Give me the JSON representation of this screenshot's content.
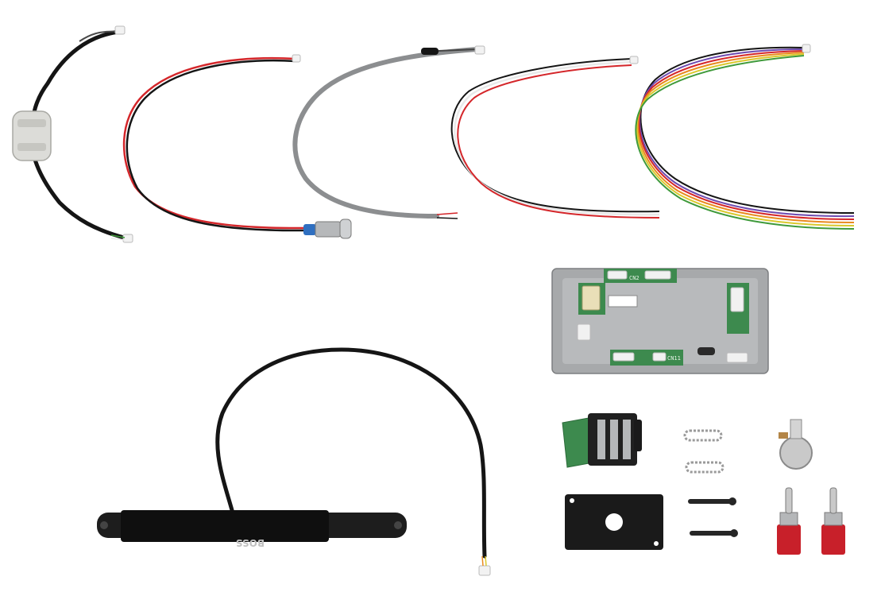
{
  "photo": {
    "background": "#ffffff",
    "pickup_logo": "BOSS",
    "board_connector_labels": [
      "CN2",
      "CN11"
    ],
    "colors": {
      "cable_black": "#151515",
      "cable_gray": "#8c8e90",
      "wire_red": "#d4262a",
      "wire_white": "#e9e9e9",
      "wire_orange": "#e98a1e",
      "wire_yellow": "#d9c82c",
      "wire_green": "#3f9a3b",
      "wire_purple": "#6d4ab0",
      "ferrite_white": "#dcdcd8",
      "pcb_green": "#3d8a4e",
      "chassis_gray": "#a7a9ab",
      "switch_red": "#c8202a",
      "jack_blue": "#2f6fc0"
    }
  }
}
